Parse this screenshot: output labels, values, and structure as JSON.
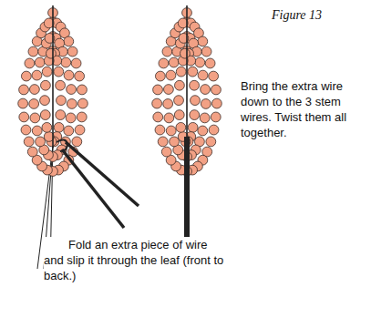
{
  "diagram": {
    "caption": "Figure 13",
    "labels": [
      "Bring the extra wire down to the 3 stem wires. Twist them all together.",
      "Fold an extra piece of wire and slip it through the leaf (front to back.)"
    ]
  }
}
